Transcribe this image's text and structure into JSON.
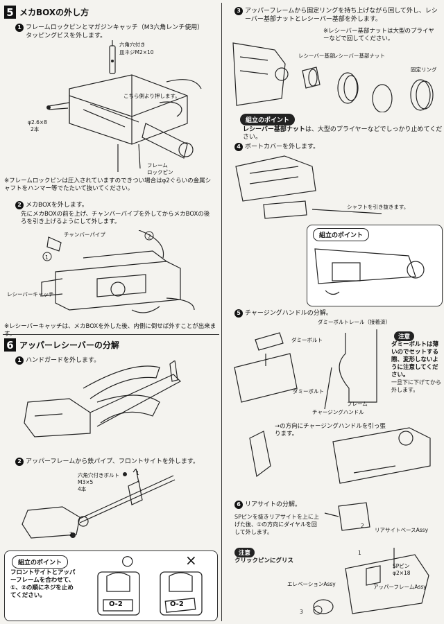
{
  "section5": {
    "num": "5",
    "title": "メカBOXの外し方",
    "step1": {
      "num": "1",
      "text": "フレームロックピンとマガジンキャッチ（M3六角レンチ使用）タッピングビスを外します。"
    },
    "labels1": {
      "screw_top": "六角穴付き",
      "screw_top2": "皿ネジM2×10",
      "press": "こちら側より押します。",
      "tapping": "φ2.6×8",
      "tapping_qty": "2本",
      "frame_lock": "フレーム",
      "frame_lock2": "ロックピン"
    },
    "note1": "※フレームロックピンは圧入されていますのできつい場合はφ2ぐらいの金属シャフトをハンマー等でたたいて抜いてください。",
    "step2": {
      "num": "2",
      "text_title": "メカBOXを外します。",
      "text": "先にメカBOXの前を上げ、チャンバーパイプを外してからメカBOXの後ろを引き上げるようにして外します。"
    },
    "labels2": {
      "chamber": "チャンバーパイプ",
      "catch": "レシーバーキャッチ",
      "c1": "1",
      "c2": "2"
    },
    "note2": "※レシーバーキャッチは、メカBOXを外した後、内側に倒せば外すことが出来ます。"
  },
  "section6": {
    "num": "6",
    "title": "アッパーレシーバーの分解",
    "step1": {
      "num": "1",
      "text": "ハンドガードを外します。"
    },
    "step2": {
      "num": "2",
      "text": "アッパーフレームから鉄パイプ、フロントサイトを外します。"
    },
    "labels2": {
      "bolt": "六角穴付きボルト",
      "bolt_size": "M3×5",
      "bolt_qty": "4本",
      "c1": "1",
      "c2": "2"
    },
    "point": {
      "badge": "組立のポイント",
      "text": "フロントサイトとアッパーフレームを合わせて、①、②の順にネジを止めてください。",
      "ok": "○",
      "ng": "×",
      "mark_ok": "O-2",
      "mark_ng": "O-2"
    }
  },
  "right": {
    "step3": {
      "num": "3",
      "text": "アッパーフレームから固定リングを持ち上げながら回して外し、レシーバー基部ナットとレシーバー基部を外します。"
    },
    "note3": "※レシーバー基部ナットは大型のプライヤーなどで回してください。",
    "labels3": {
      "base": "レシーバー基部",
      "nut": "レシーバー基部ナット",
      "ring": "固定リング"
    },
    "point3": {
      "badge": "組立のポイント",
      "text_bold": "レシーバー基部ナット",
      "text": "は、大型のプライヤーなどでしっかり止めてください。"
    },
    "step4": {
      "num": "4",
      "text": "ボートカバーを外します。"
    },
    "labels4": {
      "shaft": "シャフトを引き抜きます。"
    },
    "point4": {
      "badge": "組立のポイント"
    },
    "step5": {
      "num": "5",
      "text": "チャージングハンドルの分解。"
    },
    "labels5": {
      "rail": "ダミーボルトレール（接着済）",
      "dummy1": "ダミーボルト",
      "dummy2": "ダミーボルト",
      "frame": "フレーム",
      "handle": "チャージングハンドル",
      "down": "一旦下に下げてから外します。"
    },
    "warn5": {
      "badge": "注意",
      "text": "ダミーボルトは薄いのでセットする際、変形しないように注意してください。"
    },
    "pull": "→の方向にチャージングハンドルを引っ張ります。",
    "step6": {
      "num": "6",
      "text": "リアサイトの分解。"
    },
    "text6": "SPピンを抜きリアサイトを上に上げた後、①の方向にダイヤルを回して外します。",
    "labels6": {
      "base": "リアサイトベースAssy",
      "spin": "SPピン",
      "spin_size": "φ2×18",
      "elev": "エレベーションAssy",
      "upper": "アッパーフレームAssy",
      "c1": "1",
      "c2": "2",
      "c3": "3"
    },
    "warn6": {
      "badge": "注意",
      "text": "クリックピンにグリス"
    }
  }
}
